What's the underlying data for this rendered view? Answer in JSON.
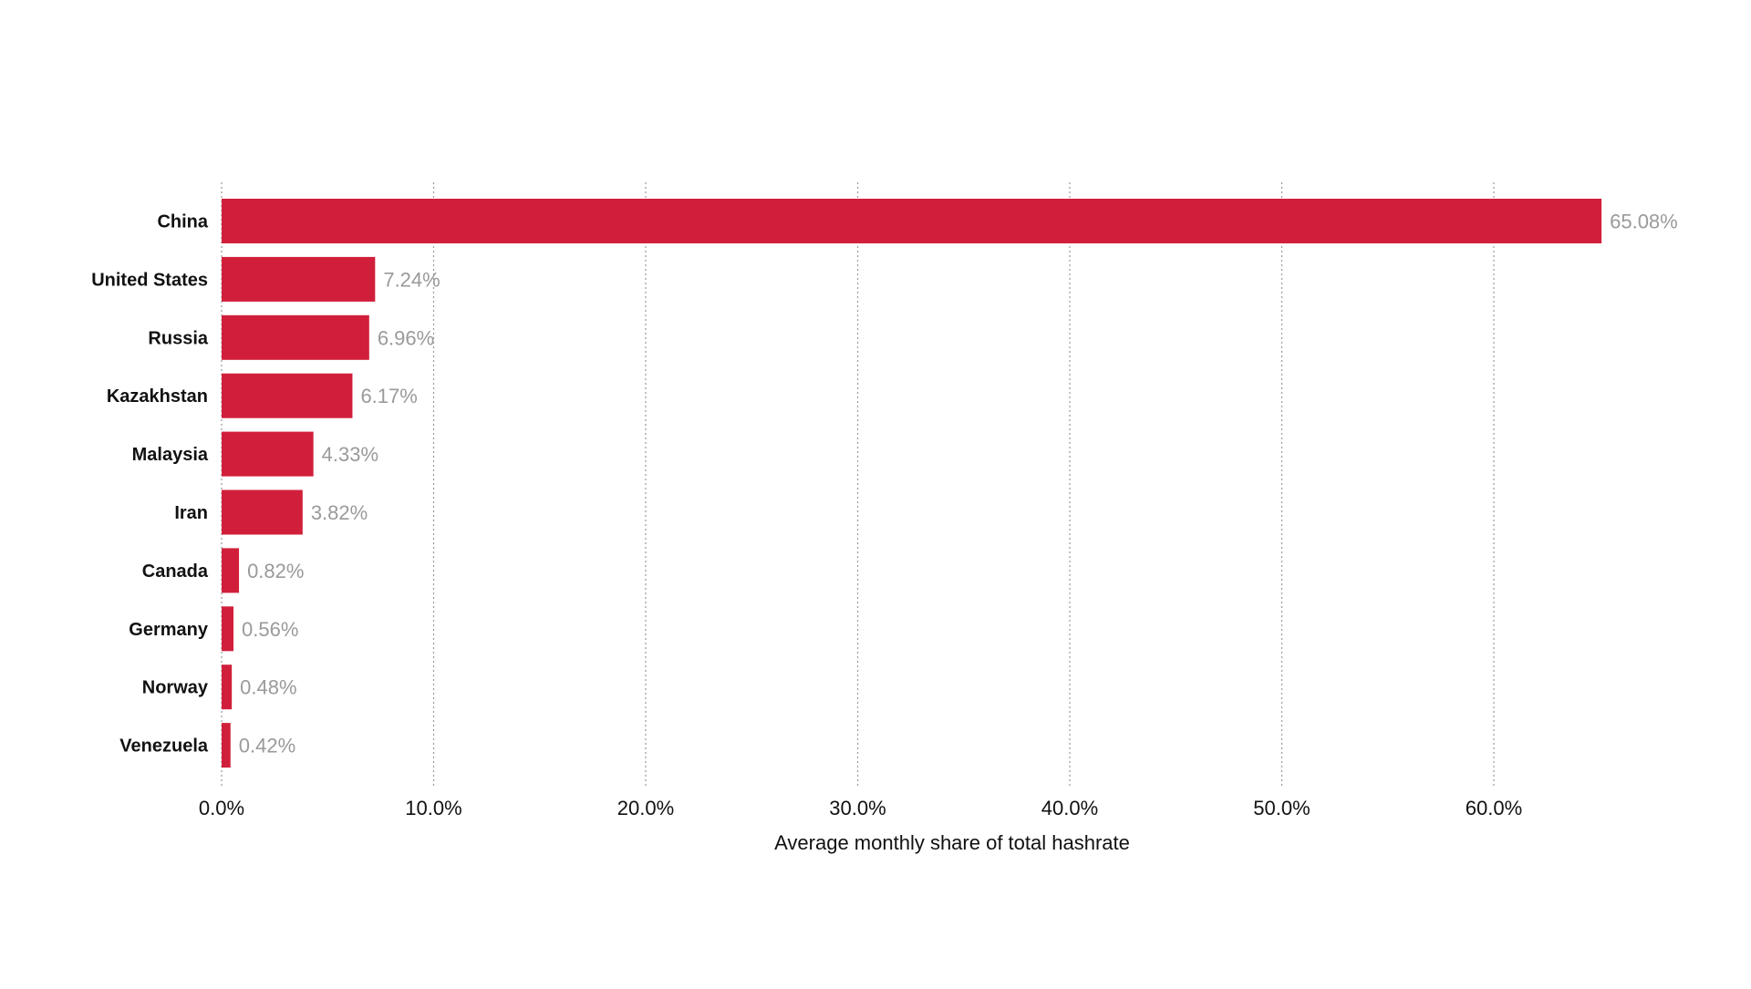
{
  "chart_data": {
    "type": "bar",
    "orientation": "horizontal",
    "categories": [
      "China",
      "United States",
      "Russia",
      "Kazakhstan",
      "Malaysia",
      "Iran",
      "Canada",
      "Germany",
      "Norway",
      "Venezuela"
    ],
    "values": [
      65.08,
      7.24,
      6.96,
      6.17,
      4.33,
      3.82,
      0.82,
      0.56,
      0.48,
      0.42
    ],
    "value_labels": [
      "65.08%",
      "7.24%",
      "6.96%",
      "6.17%",
      "4.33%",
      "3.82%",
      "0.82%",
      "0.56%",
      "0.48%",
      "0.42%"
    ],
    "xlabel": "Average monthly share of total hashrate",
    "xticks": [
      0,
      10,
      20,
      30,
      40,
      50,
      60
    ],
    "xtick_labels": [
      "0.0%",
      "10.0%",
      "20.0%",
      "30.0%",
      "40.0%",
      "50.0%",
      "60.0%"
    ],
    "xlim": [
      0,
      65.08
    ],
    "grid": true,
    "legend": false,
    "colors": {
      "bar": "#d11f3b",
      "value_label": "#9a9a9a",
      "text": "#111111",
      "grid": "#9a9a9a"
    }
  }
}
